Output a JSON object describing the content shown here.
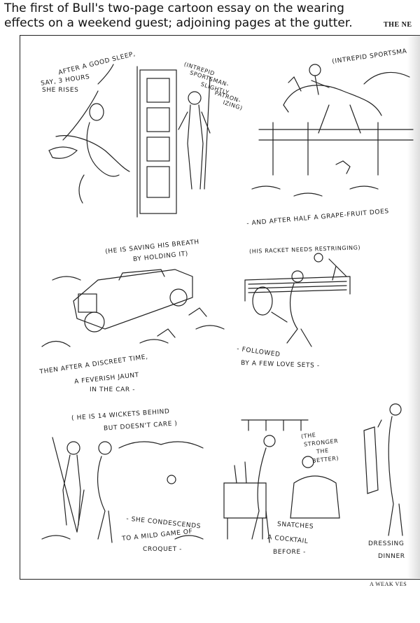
{
  "caption": "The first of Bull's two-page cartoon essay on the wearing effects on a weekend guest; adjoining pages at the gutter.",
  "masthead": "THE NE",
  "footer": "A WEAK VES",
  "panels": {
    "p1": {
      "lines": [
        "AFTER A GOOD SLEEP,",
        "SAY, 3 HOURS",
        "SHE RISES"
      ],
      "note": [
        "(INTREPID",
        "SPORTSMAN-",
        "SLIGHTLY",
        "PATRON-",
        "IZING)"
      ]
    },
    "p2": {
      "note": "(INTREPID SPORTSMA",
      "line": "- AND AFTER HALF A GRAPE-FRUIT DOES"
    },
    "p3": {
      "note": [
        "(HE IS SAVING HIS BREATH",
        "BY HOLDING IT)"
      ],
      "lines": [
        "THEN AFTER A DISCREET TIME,",
        "A FEVERISH JAUNT",
        "IN THE CAR -"
      ]
    },
    "p4": {
      "note": "(HIS RACKET NEEDS RESTRINGING)",
      "lines": [
        "- FOLLOWED",
        "BY A FEW LOVE SETS -"
      ]
    },
    "p5": {
      "note": [
        "( HE IS 14 WICKETS BEHIND",
        "BUT DOESN'T CARE )"
      ],
      "lines": [
        "- SHE CONDESCENDS",
        "TO A MILD GAME OF",
        "CROQUET -"
      ]
    },
    "p6": {
      "note": [
        "(THE",
        "STRONGER",
        "THE",
        "BETTER)"
      ],
      "lines": [
        "SNATCHES",
        "A COCKTAIL",
        "BEFORE -"
      ]
    },
    "p7": {
      "lines": [
        "DRESSING",
        "DINNER"
      ]
    }
  }
}
